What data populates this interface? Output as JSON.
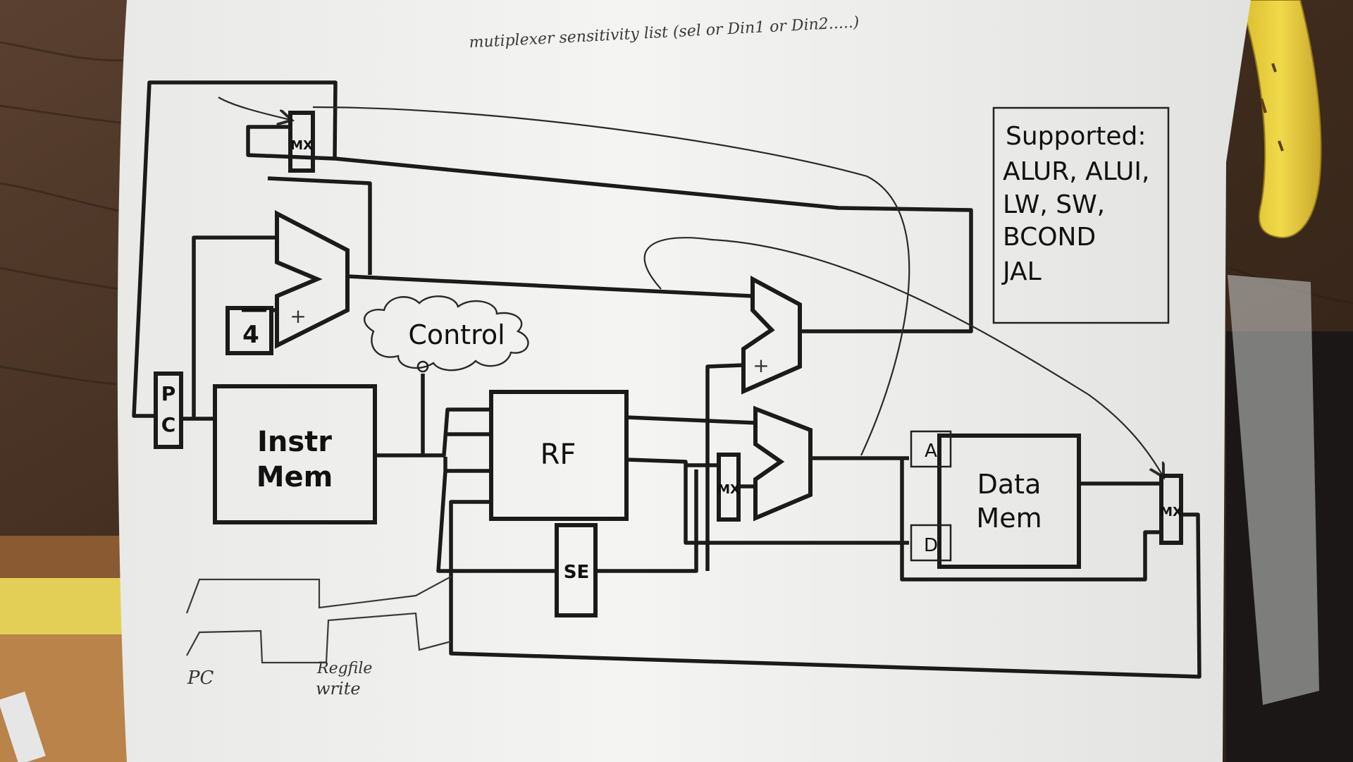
{
  "note": {
    "top_scribble": "mutiplexer sensitivity list (sel or Din1 or Din2.....)"
  },
  "supported": {
    "title": "Supported:",
    "lines": [
      "ALUR, ALUI,",
      "LW, SW,",
      "BCOND",
      "JAL"
    ]
  },
  "blocks": {
    "pc_top": "P",
    "pc_bottom": "C",
    "instr_mem_l1": "Instr",
    "instr_mem_l2": "Mem",
    "rf": "RF",
    "data_mem_l1": "Data",
    "data_mem_l2": "Mem",
    "se": "SE",
    "control": "Control",
    "const4": "4",
    "port_a": "A",
    "port_d": "D",
    "adder_plus_1": "+",
    "adder_plus_2": "+",
    "mux_top": "MX",
    "mux_alu": "MX",
    "mux_wb": "MX"
  },
  "timing": {
    "label_pc": "PC",
    "label_regfile_1": "Regfile",
    "label_regfile_2": "write"
  },
  "colors": {
    "paper": "#f1f1ef",
    "ink": "#1b1b1b",
    "desk": "#4a3322",
    "banana": "#e9d03a"
  }
}
